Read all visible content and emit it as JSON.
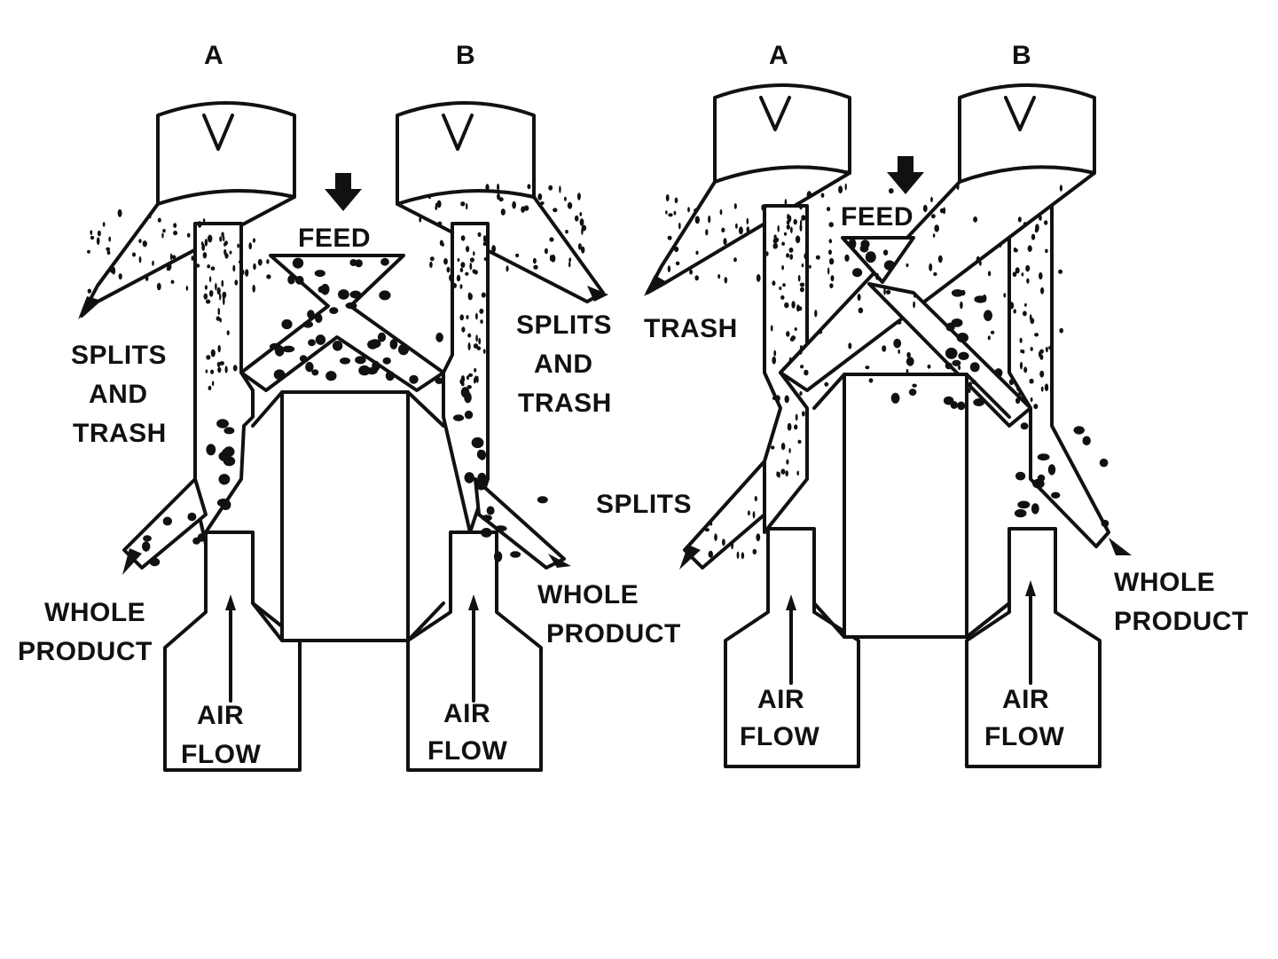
{
  "labels": {
    "a_left": "A",
    "b_left": "B",
    "a_right": "A",
    "b_right": "B",
    "feed_left": "FEED",
    "feed_right": "FEED",
    "splits_and_trash_left": [
      "SPLITS",
      "AND",
      "TRASH"
    ],
    "splits_and_trash_right": [
      "SPLITS",
      "AND",
      "TRASH"
    ],
    "trash": "TRASH",
    "splits": "SPLITS",
    "whole_product_1": [
      "WHOLE",
      "PRODUCT"
    ],
    "whole_product_2": [
      "WHOLE",
      "PRODUCT"
    ],
    "whole_product_3": [
      "WHOLE",
      "PRODUCT"
    ],
    "air_flow_1": [
      "AIR",
      "FLOW"
    ],
    "air_flow_2": [
      "AIR",
      "FLOW"
    ],
    "air_flow_3": [
      "AIR",
      "FLOW"
    ],
    "air_flow_4": [
      "AIR",
      "FLOW"
    ]
  },
  "colors": {
    "ink": "#111111",
    "paper": "#ffffff"
  }
}
